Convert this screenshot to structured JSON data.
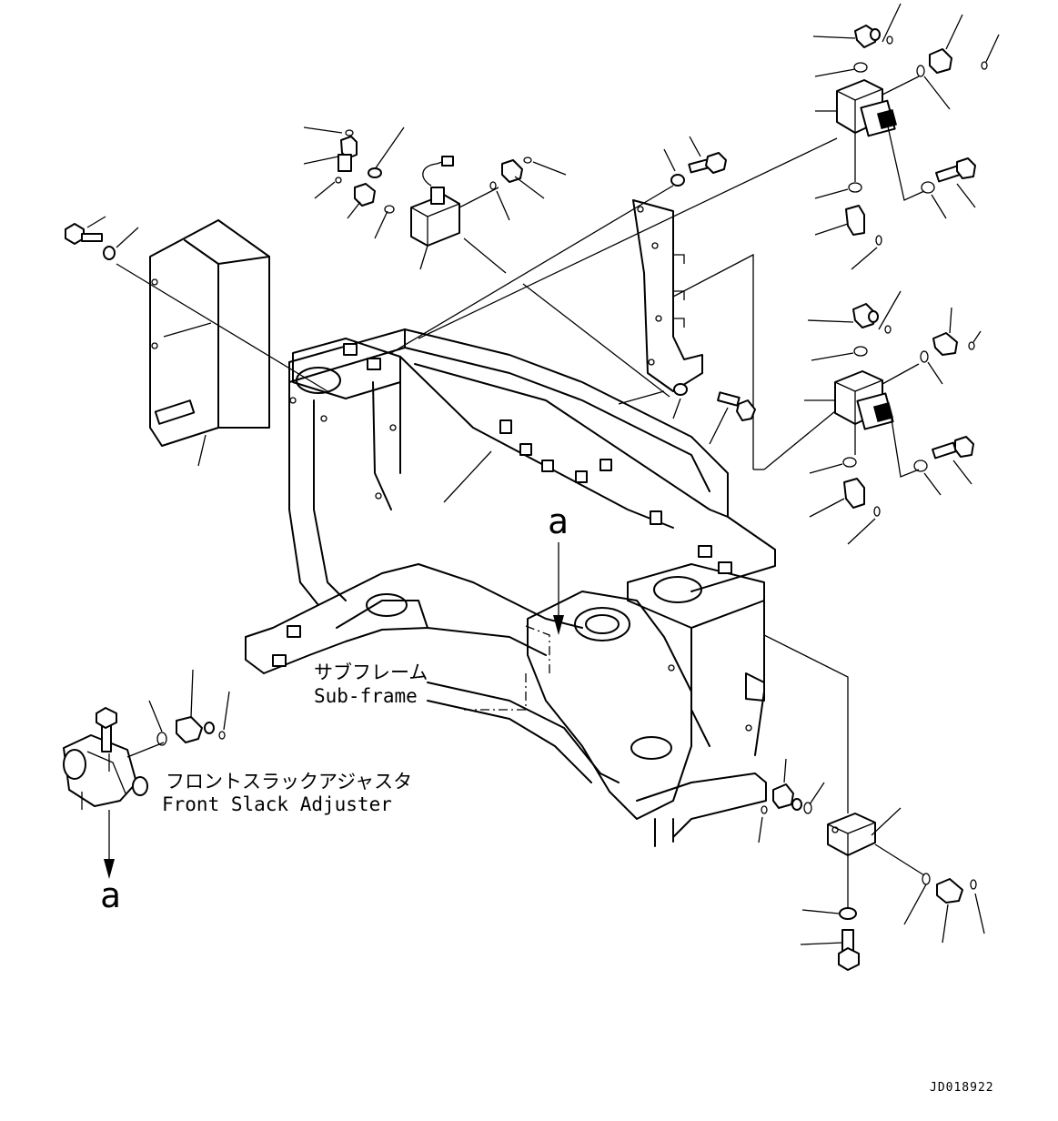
{
  "labels": {
    "subframe_jp": "サブフレーム",
    "subframe_en": "Sub-frame",
    "adjuster_jp": "フロントスラックアジャスタ",
    "adjuster_en": "Front Slack Adjuster",
    "view_marker_top": "a",
    "view_marker_bottom": "a",
    "drawing_code": "JD018922"
  }
}
